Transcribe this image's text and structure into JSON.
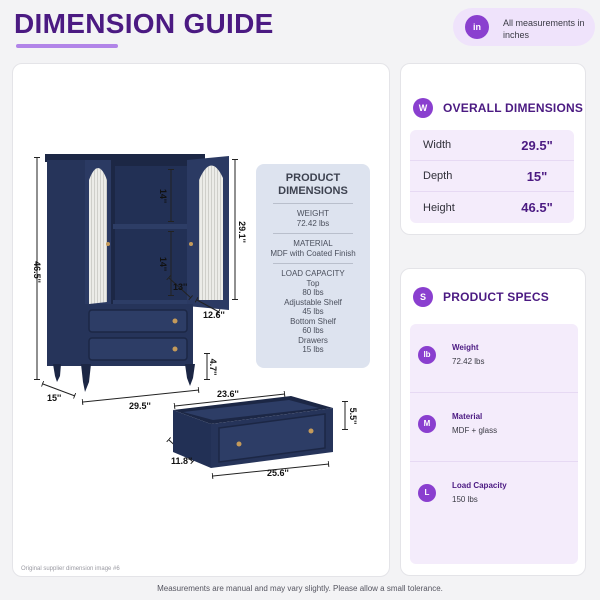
{
  "header": {
    "title": "DIMENSION GUIDE",
    "units_badge": "in",
    "units_text": "All measurements in inches"
  },
  "image": {
    "measurements": {
      "height": "46.5''",
      "depth": "15''",
      "width": "29.5''",
      "upper_shelf_height": "14''",
      "lower_shelf_height": "14''",
      "door_height": "29.1''",
      "interior_depth": "13''",
      "door_depth": "12.6''",
      "leg_height": "4.7''",
      "drawer_width": "23.6''",
      "drawer_height": "5.5''",
      "drawer_depth": "11.8''",
      "drawer_front_width": "25.6''"
    },
    "colors": {
      "cabinet": "#26345a",
      "cabinet_dark": "#1c2745",
      "handle": "#c49a5a"
    },
    "caption": "Original supplier dimension image #6"
  },
  "product_box": {
    "title_line1": "PRODUCT",
    "title_line2": "DIMENSIONS",
    "weight_label": "WEIGHT",
    "weight_value": "72.42 lbs",
    "material_label": "MATERIAL",
    "material_value": "MDF with Coated Finish",
    "load_label": "LOAD CAPACITY",
    "load_lines": [
      "Top",
      "80 lbs",
      "Adjustable Shelf",
      "45 lbs",
      "Bottom Shelf",
      "60 lbs",
      "Drawers",
      "15 lbs"
    ]
  },
  "overall": {
    "badge": "W",
    "title": "OVERALL DIMENSIONS",
    "rows": [
      {
        "label": "Width",
        "value": "29.5\""
      },
      {
        "label": "Depth",
        "value": "15\""
      },
      {
        "label": "Height",
        "value": "46.5\""
      }
    ]
  },
  "specs": {
    "badge": "S",
    "title": "PRODUCT SPECS",
    "rows": [
      {
        "badge": "lb",
        "label": "Weight",
        "value": "72.42 lbs"
      },
      {
        "badge": "M",
        "label": "Material",
        "value": "MDF + glass"
      },
      {
        "badge": "L",
        "label": "Load Capacity",
        "value": "150 lbs"
      }
    ]
  },
  "footer": "Measurements are manual and may vary slightly. Please allow a small tolerance."
}
